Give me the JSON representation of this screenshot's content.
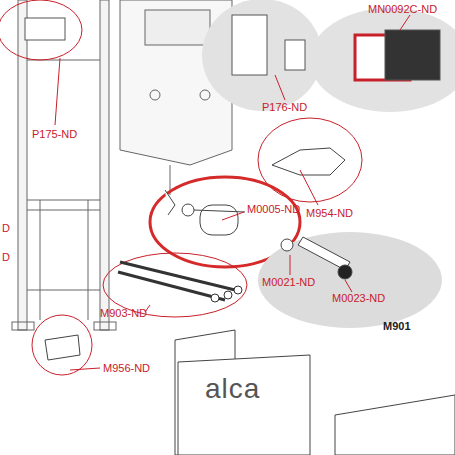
{
  "diagram": {
    "labels": [
      "P175-ND",
      "P176-ND",
      "MN0092C-ND",
      "M0005-ND",
      "M954-ND",
      "M903-ND",
      "M0021-ND",
      "M0023-ND",
      "M901",
      "M956-ND",
      "alca",
      "D",
      "D"
    ]
  }
}
